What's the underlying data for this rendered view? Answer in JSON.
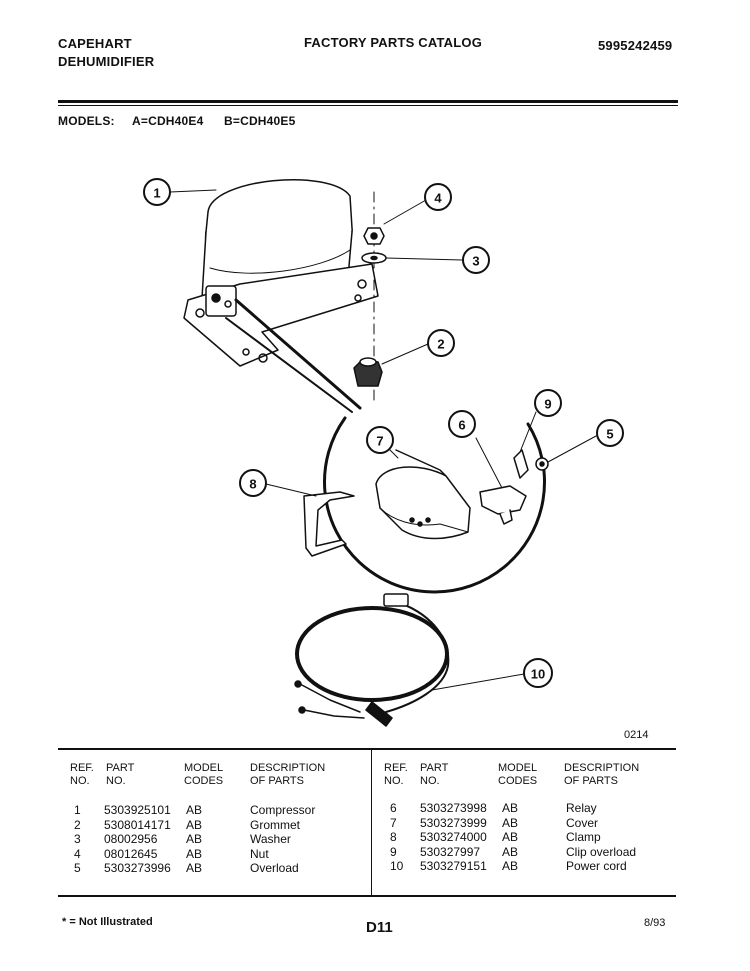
{
  "header": {
    "brand": "CAPEHART",
    "product": "DEHUMIDIFIER",
    "catalog_title": "FACTORY PARTS CATALOG",
    "catalog_number": "5995242459",
    "models_label": "MODELS:",
    "model_a": "A=CDH40E4",
    "model_b": "B=CDH40E5"
  },
  "diagram": {
    "callouts": [
      "1",
      "2",
      "3",
      "4",
      "5",
      "6",
      "7",
      "8",
      "9",
      "10"
    ],
    "drawing_code": "0214"
  },
  "table": {
    "headers": {
      "ref_line1": "REF.",
      "ref_line2": "NO.",
      "part_line1": "PART",
      "part_line2": "NO.",
      "model_line1": "MODEL",
      "model_line2": "CODES",
      "desc_line1": "DESCRIPTION",
      "desc_line2": "OF PARTS"
    },
    "left_rows": [
      {
        "ref": "1",
        "part": "5303925101",
        "codes": "AB",
        "desc": "Compressor"
      },
      {
        "ref": "2",
        "part": "5308014171",
        "codes": "AB",
        "desc": "Grommet"
      },
      {
        "ref": "3",
        "part": "08002956",
        "codes": "AB",
        "desc": "Washer"
      },
      {
        "ref": "4",
        "part": "08012645",
        "codes": "AB",
        "desc": "Nut"
      },
      {
        "ref": "5",
        "part": "5303273996",
        "codes": "AB",
        "desc": "Overload"
      }
    ],
    "right_rows": [
      {
        "ref": "6",
        "part": "5303273998",
        "codes": "AB",
        "desc": "Relay"
      },
      {
        "ref": "7",
        "part": "5303273999",
        "codes": "AB",
        "desc": "Cover"
      },
      {
        "ref": "8",
        "part": "5303274000",
        "codes": "AB",
        "desc": "Clamp"
      },
      {
        "ref": "9",
        "part": "530327997",
        "codes": "AB",
        "desc": "Clip overload"
      },
      {
        "ref": "10",
        "part": "5303279151",
        "codes": "AB",
        "desc": "Power cord"
      }
    ]
  },
  "footer": {
    "note": "* = Not Illustrated",
    "page": "D11",
    "date": "8/93"
  }
}
